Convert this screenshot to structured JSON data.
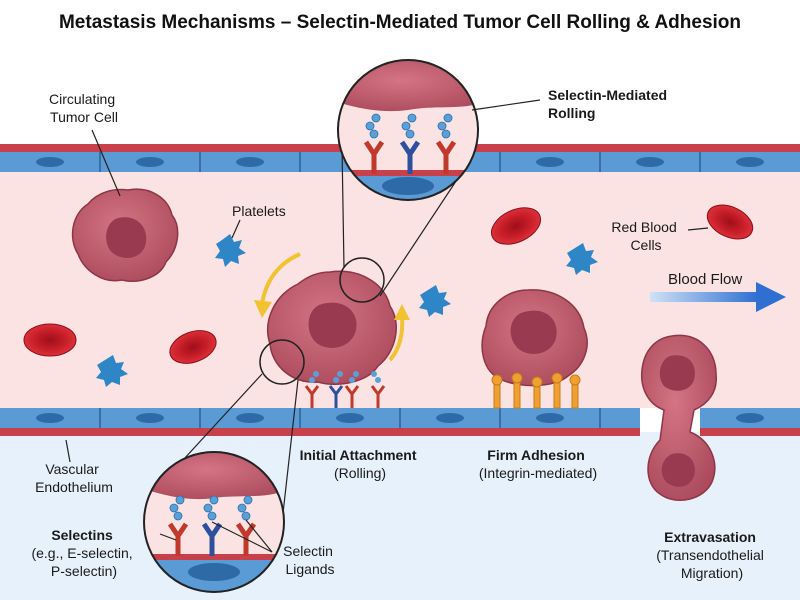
{
  "title": "Metastasis Mechanisms – Selectin-Mediated Tumor Cell Rolling & Adhesion",
  "labels": {
    "circulating": [
      "Circulating",
      "Tumor Cell"
    ],
    "platelets": "Platelets",
    "rbc": [
      "Red Blood",
      "Cells"
    ],
    "blood_flow": "Blood Flow",
    "selectin_rolling": [
      "Selectin-Mediated",
      "Rolling"
    ],
    "vascular": [
      "Vascular",
      "Endothelium"
    ],
    "initial": [
      "Initial Attachment",
      "(Rolling)"
    ],
    "firm": [
      "Firm Adhesion",
      "(Integrin-mediated)"
    ],
    "extravasation": [
      "Extravasation",
      "(Transendothelial",
      "Migration)"
    ],
    "selectins": [
      "Selectins",
      "(e.g., E-selectin,",
      "P-selectin)"
    ],
    "ligands": [
      "Selectin",
      "Ligands"
    ]
  },
  "colors": {
    "vessel_lumen": "#fbe3e3",
    "tissue": "#e6f1fb",
    "endothelium": "#5b9bd5",
    "tumor": "#c25a6c",
    "rbc": "#d0212d",
    "platelet": "#2f86c6",
    "selectin": "#c0392b",
    "ligand": "#2980b9",
    "integrin": "#f0a030",
    "arrow": "#f1c232"
  }
}
